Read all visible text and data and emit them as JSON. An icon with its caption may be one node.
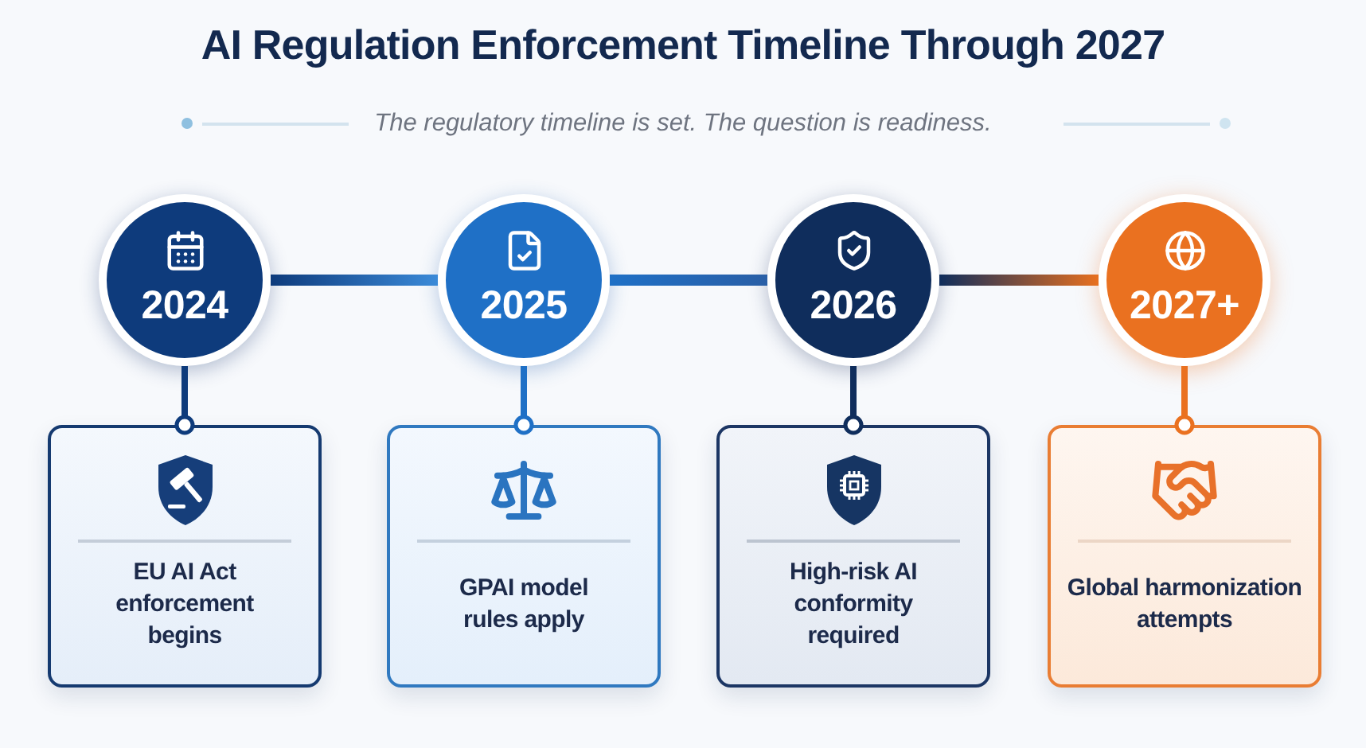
{
  "diagram": {
    "title": "AI Regulation Enforcement Timeline Through 2027",
    "nodes": [
      {
        "text": [
          "2024"
        ]
      },
      {
        "text": [
          "2025"
        ]
      },
      {
        "text": [
          "2026"
        ]
      },
      {
        "text": [
          "2027+"
        ]
      },
      {
        "text": [
          "EU AI Act enforcement begins"
        ]
      },
      {
        "text": [
          "GPAI model rules apply"
        ]
      },
      {
        "text": [
          "High-risk AI conformity required"
        ]
      },
      {
        "text": [
          "Global harmonization attempts"
        ]
      }
    ],
    "edges": [
      {
        "from": 0,
        "to": 1,
        "arrow": "none",
        "style": "thick",
        "color": "#3b8ad8"
      },
      {
        "from": 1,
        "to": 2,
        "arrow": "none",
        "style": "thick",
        "color": "#2a5fa6"
      },
      {
        "from": 2,
        "to": 3,
        "arrow": "none",
        "style": "thick",
        "color": "#e8701f"
      },
      {
        "from": 0,
        "to": 4,
        "arrow": "other",
        "color": "#0e3b7c"
      },
      {
        "from": 1,
        "to": 5,
        "arrow": "other",
        "color": "#1f70c6"
      },
      {
        "from": 2,
        "to": 6,
        "arrow": "other",
        "color": "#0f2d5c"
      },
      {
        "from": 3,
        "to": 7,
        "arrow": "other",
        "color": "#ea7120"
      }
    ],
    "labels": [
      "The regulatory timeline is set. The question is readiness."
    ]
  }
}
